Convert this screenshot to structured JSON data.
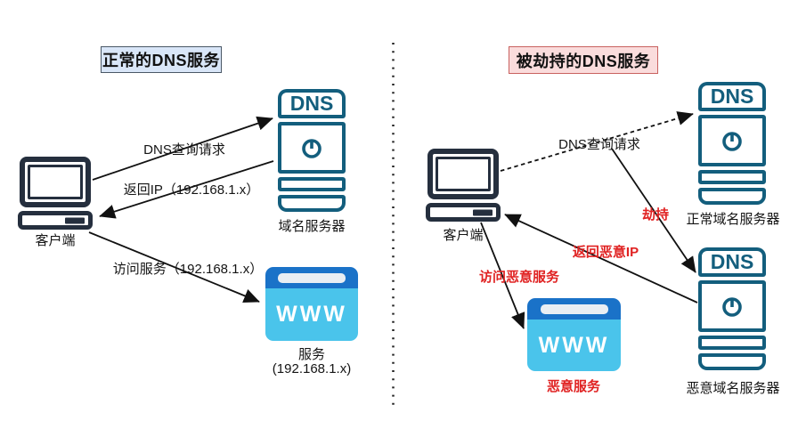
{
  "left": {
    "title": "正常的DNS服务",
    "client_label": "客户端",
    "dns_server_label": "域名服务器",
    "service_label": "服务",
    "service_ip": "(192.168.1.x)",
    "arrow_query": "DNS查询请求",
    "arrow_return": "返回IP（192.168.1.x）",
    "arrow_access": "访问服务（192.168.1.x）"
  },
  "right": {
    "title": "被劫持的DNS服务",
    "client_label": "客户端",
    "normal_dns_label": "正常域名服务器",
    "malicious_dns_label": "恶意域名服务器",
    "malicious_service_label": "恶意服务",
    "arrow_query": "DNS查询请求",
    "arrow_hijack": "劫持",
    "arrow_return": "返回恶意IP",
    "arrow_access": "访问恶意服务"
  },
  "icons": {
    "dns_badge": "DNS",
    "www_badge": "WWW"
  },
  "colors": {
    "server_teal": "#135E7D",
    "client_navy": "#252F3E",
    "www_header_blue": "#1A72C8",
    "www_body_cyan": "#4AC4EB",
    "alert_red": "#E02222",
    "left_title_bg": "#D9E6F8",
    "right_title_bg": "#FADCDC"
  }
}
